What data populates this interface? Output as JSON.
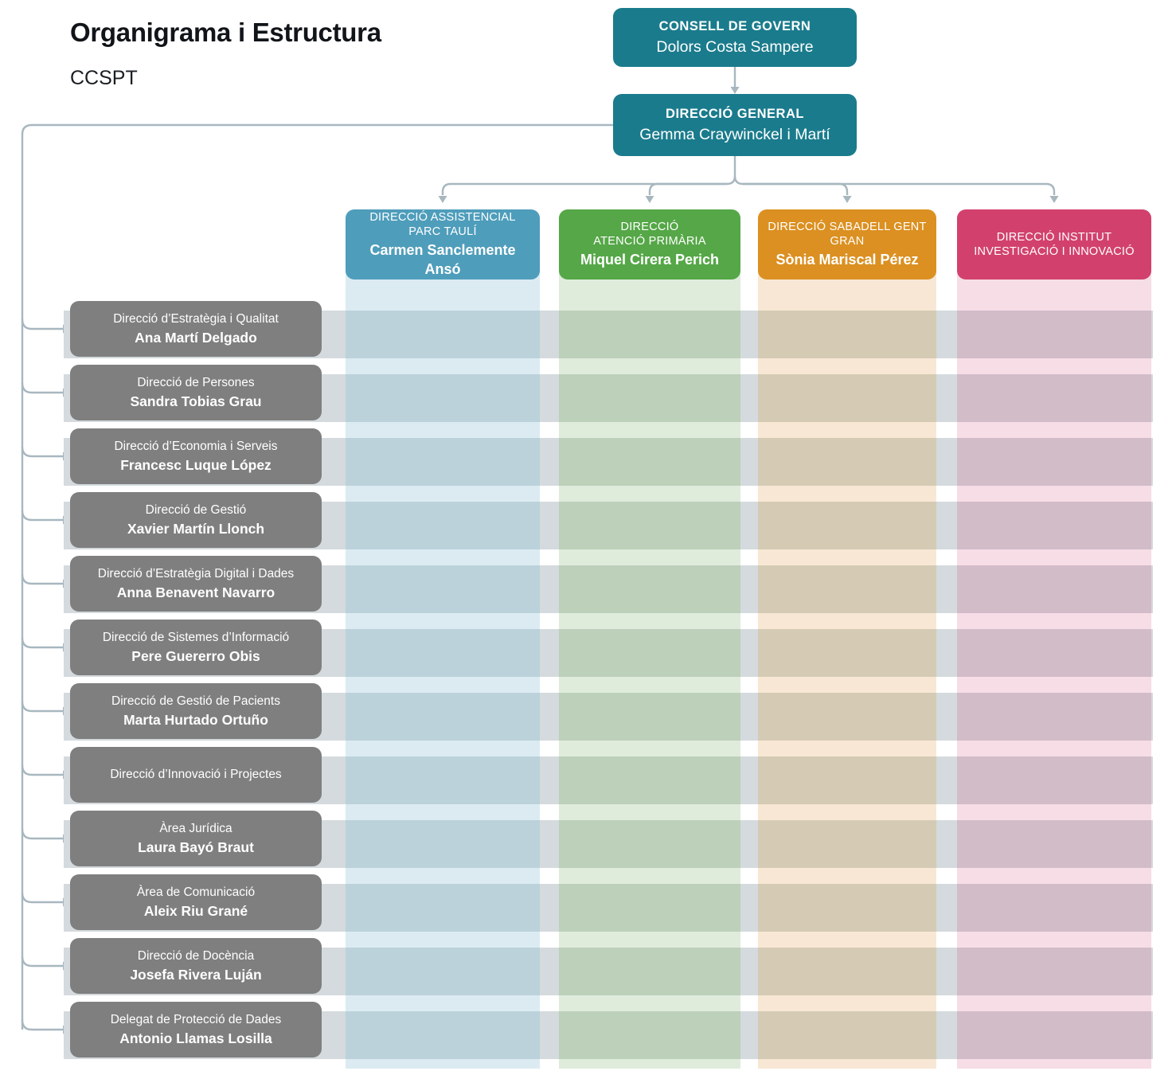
{
  "header": {
    "title": "Organigrama i Estructura",
    "subtitle": "CCSPT"
  },
  "top_nodes": [
    {
      "role": "CONSELL DE GOVERN",
      "person": "Dolors Costa Sampere"
    },
    {
      "role": "DIRECCIÓ GENERAL",
      "person": "Gemma Craywinckel i Martí"
    }
  ],
  "directions": [
    {
      "role": "DIRECCIÓ ASSISTENCIAL PARC TAULÍ",
      "role_line1": "DIRECCIÓ ASSISTENCIAL",
      "role_line2": "PARC TAULÍ",
      "person": "Carmen Sanclemente Ansó",
      "color": "#4e9dbb",
      "stripe": "#dcebf2",
      "band": "#bcd2da"
    },
    {
      "role": "DIRECCIÓ ATENCIÓ PRIMÀRIA",
      "role_line1": "DIRECCIÓ",
      "role_line2": "ATENCIÓ PRIMÀRIA",
      "person": "Miquel Cirera Perich",
      "color": "#55a747",
      "stripe": "#dfecdc",
      "band": "#bdd0ba"
    },
    {
      "role": "DIRECCIÓ SABADELL GENT GRAN",
      "role_line1": "DIRECCIÓ SABADELL GENT",
      "role_line2": "GRAN",
      "person": "Sònia Mariscal Pérez",
      "color": "#db9021",
      "stripe": "#f7e7d4",
      "band": "#d5cbb5"
    },
    {
      "role": "DIRECCIÓ INSTITUT INVESTIGACIÓ I INNOVACIÓ",
      "role_line1": "DIRECCIÓ INSTITUT",
      "role_line2": "INVESTIGACIÓ I INNOVACIÓ",
      "person": "",
      "color": "#d2416d",
      "stripe": "#f6dde6",
      "band": "#d2bcc8"
    }
  ],
  "staff_units": [
    {
      "role": "Direcció d’Estratègia i Qualitat",
      "person": "Ana Martí Delgado"
    },
    {
      "role": "Direcció de Persones",
      "person": "Sandra Tobias Grau"
    },
    {
      "role": "Direcció d’Economia i Serveis",
      "person": "Francesc Luque López"
    },
    {
      "role": "Direcció de Gestió",
      "person": "Xavier Martín Llonch"
    },
    {
      "role": "Direcció d’Estratègia Digital i Dades",
      "person": "Anna Benavent Navarro"
    },
    {
      "role": "Direcció de Sistemes d’Informació",
      "person": "Pere Guererro Obis"
    },
    {
      "role": "Direcció de Gestió de Pacients",
      "person": "Marta Hurtado Ortuño"
    },
    {
      "role": "Direcció d’Innovació i Projectes",
      "person": ""
    },
    {
      "role": "Àrea Jurídica",
      "person": "Laura Bayó Braut"
    },
    {
      "role": "Àrea de Comunicació",
      "person": "Aleix Riu Grané"
    },
    {
      "role": "Direcció de Docència",
      "person": "Josefa Rivera Luján"
    },
    {
      "role": "Delegat de Protecció de Dades",
      "person": "Antonio Llamas Losilla"
    }
  ],
  "colors": {
    "node_teal": "#1a7b8c",
    "staff_gray": "#7f7f7f",
    "connector": "#a8b7bf",
    "row_band": "#d4dadd",
    "background": "#ffffff"
  }
}
